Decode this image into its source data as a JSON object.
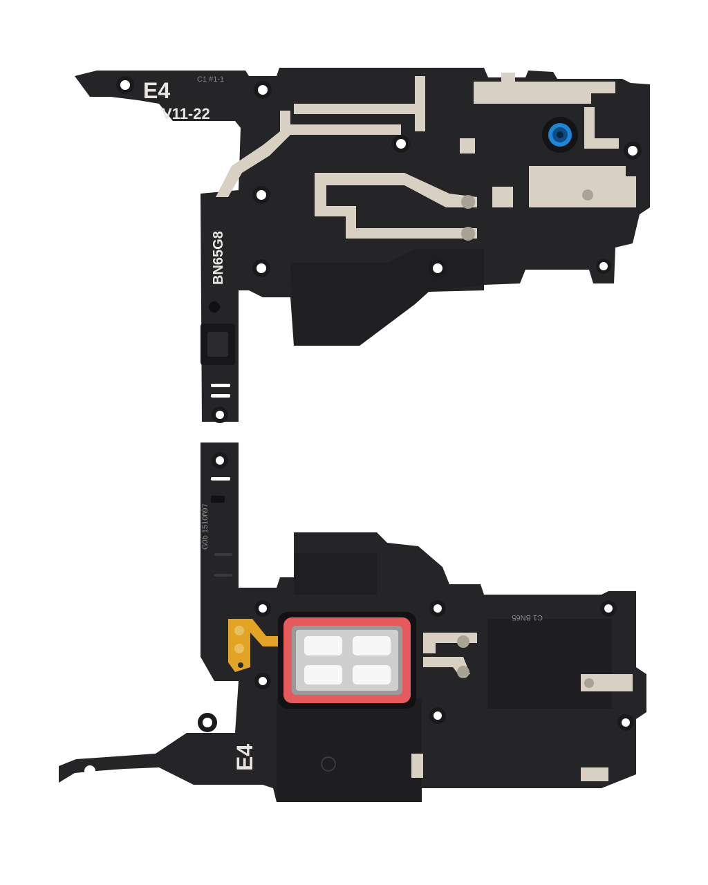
{
  "upper_part": {
    "label_model": "E4",
    "label_version": "V11-22",
    "label_part_number": "BN65G8",
    "label_small": "C1 #1-1"
  },
  "lower_part": {
    "label_model": "E4",
    "label_small_side": "G0b 1510ñ97",
    "label_small_corner": "C1 BN65"
  },
  "colors": {
    "frame": "#252527",
    "frame_dark": "#17171a",
    "copper_trace": "#d8d0c2",
    "earpiece_ring": "#e55a5c",
    "mesh": "#cfcfcf",
    "flex_cable": "#e3a325",
    "lens": "#1f86d6"
  }
}
